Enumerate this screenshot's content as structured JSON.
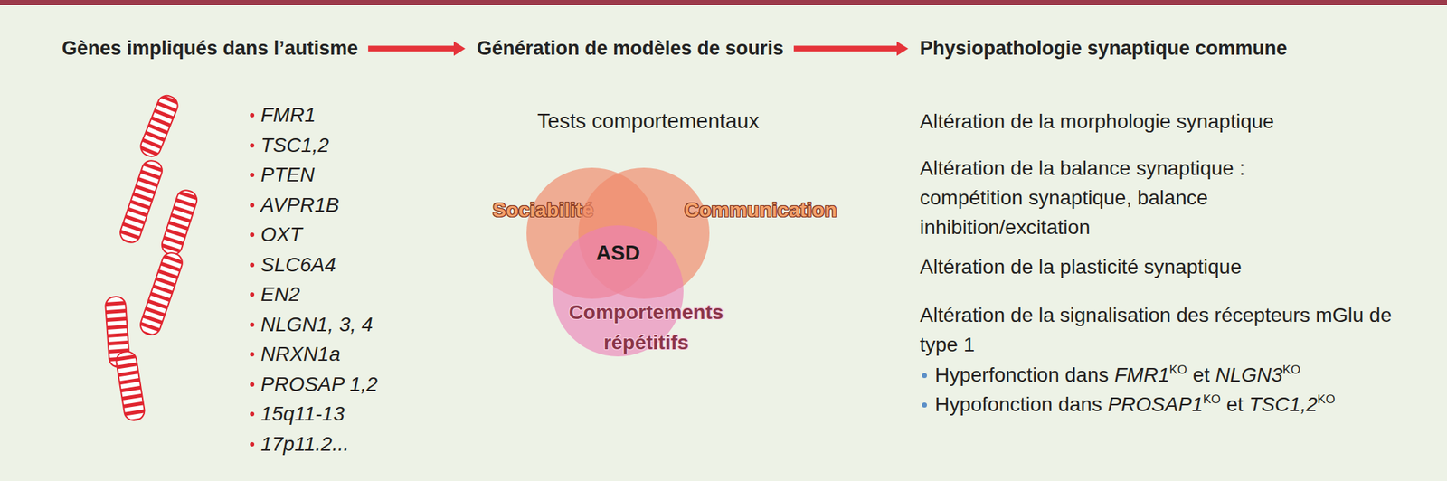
{
  "diagram": {
    "nodes": [
      {
        "text": [
          "Gènes impliqués dans l’autisme"
        ]
      },
      {
        "text": [
          "Génération de modèles de souris"
        ]
      },
      {
        "text": [
          "Physiopathologie synaptique commune"
        ]
      },
      {
        "text": [
          "Sociabilité"
        ]
      },
      {
        "text": [
          "Communication"
        ]
      },
      {
        "text": [
          "Comportements répétitifs"
        ]
      }
    ],
    "edges": [
      {
        "from": 0,
        "to": 1,
        "arrow": "to"
      },
      {
        "from": 1,
        "to": 2,
        "arrow": "to"
      }
    ],
    "labels": [
      "FMR1",
      "TSC1,2",
      "PTEN",
      "AVPR1B",
      "OXT",
      "SLC6A4",
      "EN2",
      "NLGN1, 3, 4",
      "NRXN1a",
      "PROSAP 1,2",
      "15q11-13",
      "17p11.2...",
      "Tests comportementaux",
      "ASD",
      "Altération de la morphologie synaptique",
      "Altération de la balance synaptique : compétition synaptique, balance inhibition/excitation",
      "Altération de la plasticité synaptique",
      "Altération de la signalisation des récepteurs mGlu de type 1",
      "Hyperfonction dans",
      "FMR1",
      "KO",
      "et",
      "NLGN3",
      "KO",
      "Hypofonction dans",
      "PROSAP1",
      "KO",
      "et",
      "TSC1,2",
      "KO"
    ]
  }
}
